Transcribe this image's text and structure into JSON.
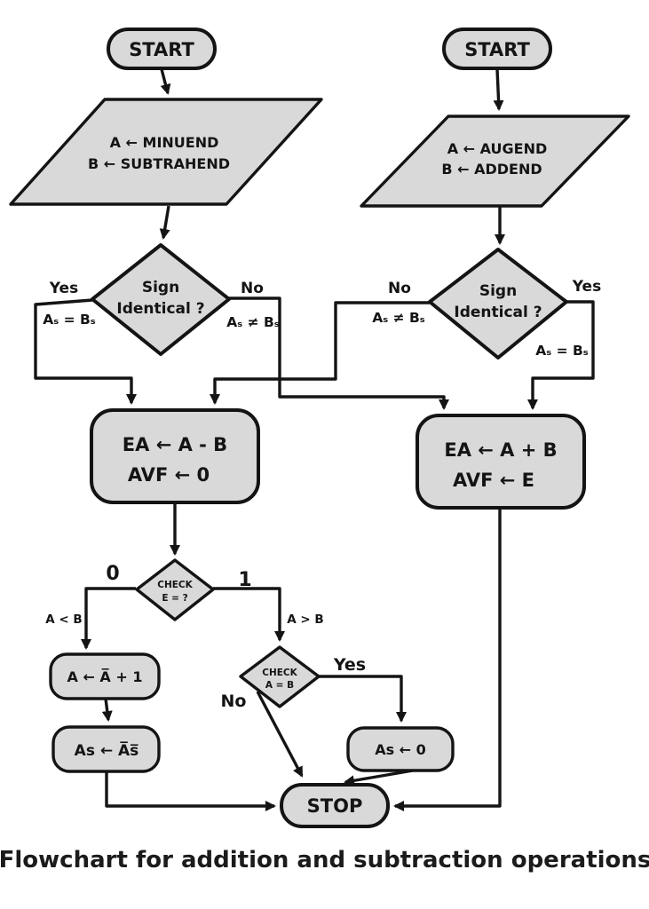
{
  "figure": {
    "caption": "Flowchart for addition and subtraction operations",
    "colors": {
      "node_fill": "#d9d9d9",
      "stroke": "#141414",
      "background": "#ffffff"
    }
  },
  "nodes": {
    "start_left": {
      "label": "START"
    },
    "start_right": {
      "label": "START"
    },
    "input_left": {
      "line1": "A ←  MINUEND",
      "line2": "B ←  SUBTRAHEND"
    },
    "input_right": {
      "line1": "A ←  AUGEND",
      "line2": "B ←  ADDEND"
    },
    "decision_left": {
      "line1": "Sign",
      "line2": "Identical ?"
    },
    "decision_right": {
      "line1": "Sign",
      "line2": "Identical ?"
    },
    "process_subtract": {
      "line1": "EA ←  A - B",
      "line2": "AVF ←  0"
    },
    "process_add": {
      "line1": "EA ←  A + B",
      "line2": "AVF ←  E"
    },
    "check_e": {
      "line1": "CHECK",
      "line2": "E = ?"
    },
    "complement_a": {
      "label": "A ←  A̅ + 1"
    },
    "complement_as": {
      "label": "As ←  A̅s̅"
    },
    "check_ab": {
      "line1": "CHECK",
      "line2": "A = B"
    },
    "as_zero": {
      "label": "As ← 0"
    },
    "stop": {
      "label": "STOP"
    }
  },
  "edge_labels": {
    "left_yes": "Yes",
    "left_yes_cond": "Aₛ = Bₛ",
    "left_no": "No",
    "left_no_cond": "Aₛ ≠ Bₛ",
    "right_no": "No",
    "right_no_cond": "Aₛ ≠ Bₛ",
    "right_yes": "Yes",
    "right_yes_cond": "Aₛ = Bₛ",
    "e_zero": "0",
    "e_zero_cond": "A < B",
    "e_one": "1",
    "e_one_cond": "A > B",
    "ab_yes": "Yes",
    "ab_no": "No"
  }
}
